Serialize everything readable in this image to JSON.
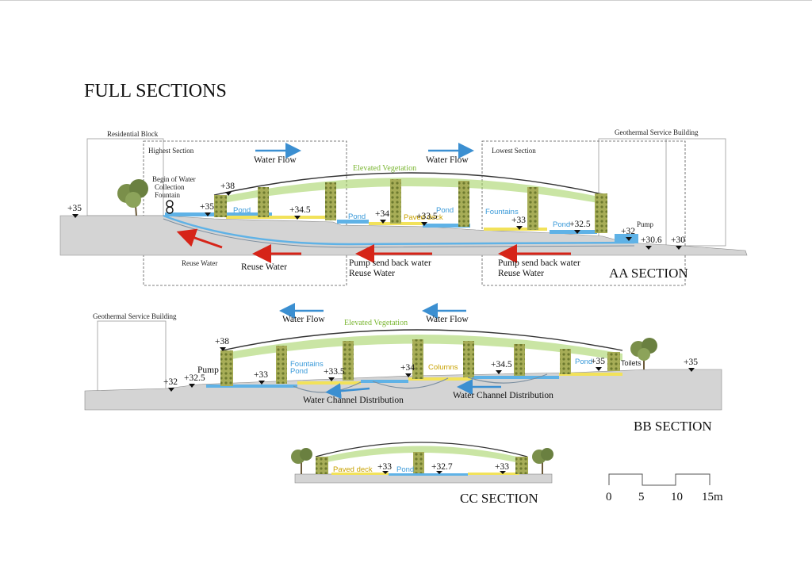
{
  "title": "FULL SECTIONS",
  "aa": {
    "name": "AA SECTION",
    "residential": "Residential Block",
    "geothermal": "Geothermal Service Building",
    "highest": "Highest Section",
    "lowest": "Lowest Section",
    "begin1": "Begin of Water",
    "begin2": "Collection",
    "begin3": "Fountain",
    "flow1": "Water Flow",
    "flow2": "Water Flow",
    "vegetation": "Elevated Vegetation",
    "pond1": "Pond",
    "pond2": "Pond",
    "pond3": "Pond",
    "pond4": "Pond",
    "paved": "Paved deck",
    "fountains": "Fountains",
    "pump": "Pump",
    "reuse_small": "Reuse Water",
    "reuse_big": "Reuse Water",
    "pump_back1a": "Pump send back water",
    "pump_back1b": "Reuse Water",
    "pump_back2a": "Pump send back water",
    "pump_back2b": "Reuse Water",
    "levels": {
      "l35a": "+35",
      "l38": "+38",
      "l35b": "+35",
      "l345": "+34.5",
      "l34": "+34",
      "l335": "+33.5",
      "l33": "+33",
      "l325": "+32.5",
      "l32": "+32",
      "l306": "+30.6",
      "l30": "+30"
    }
  },
  "bb": {
    "name": "BB SECTION",
    "geothermal": "Geothermal Service Building",
    "flow1": "Water Flow",
    "flow2": "Water Flow",
    "vegetation": "Elevated Vegetation",
    "pump": "Pump",
    "fountains": "Fountains",
    "pond1": "Pond",
    "pond2": "Pond",
    "columns": "Columns",
    "toilets": "Toilets",
    "channel1": "Water Channel Distribution",
    "channel2": "Water Channel Distribution",
    "levels": {
      "l38": "+38",
      "l32": "+32",
      "l325": "+32.5",
      "l33": "+33",
      "l335": "+33.5",
      "l34": "+34",
      "l345": "+34.5",
      "l35a": "+35",
      "l35b": "+35"
    }
  },
  "cc": {
    "name": "CC SECTION",
    "paved": "Paved deck",
    "pond": "Pond",
    "levels": {
      "l33a": "+33",
      "l327": "+32.7",
      "l33b": "+33"
    }
  },
  "scale": {
    "t0": "0",
    "t5": "5",
    "t10": "10",
    "t15": "15m"
  },
  "colors": {
    "ground": "#d4d4d4",
    "water": "#5fb2e6",
    "deck": "#f2e25a",
    "arrow_red": "#d62418",
    "arrow_blue": "#3b8fd1",
    "vegetation": "#9fcf5a",
    "column": "#8f9a46"
  }
}
